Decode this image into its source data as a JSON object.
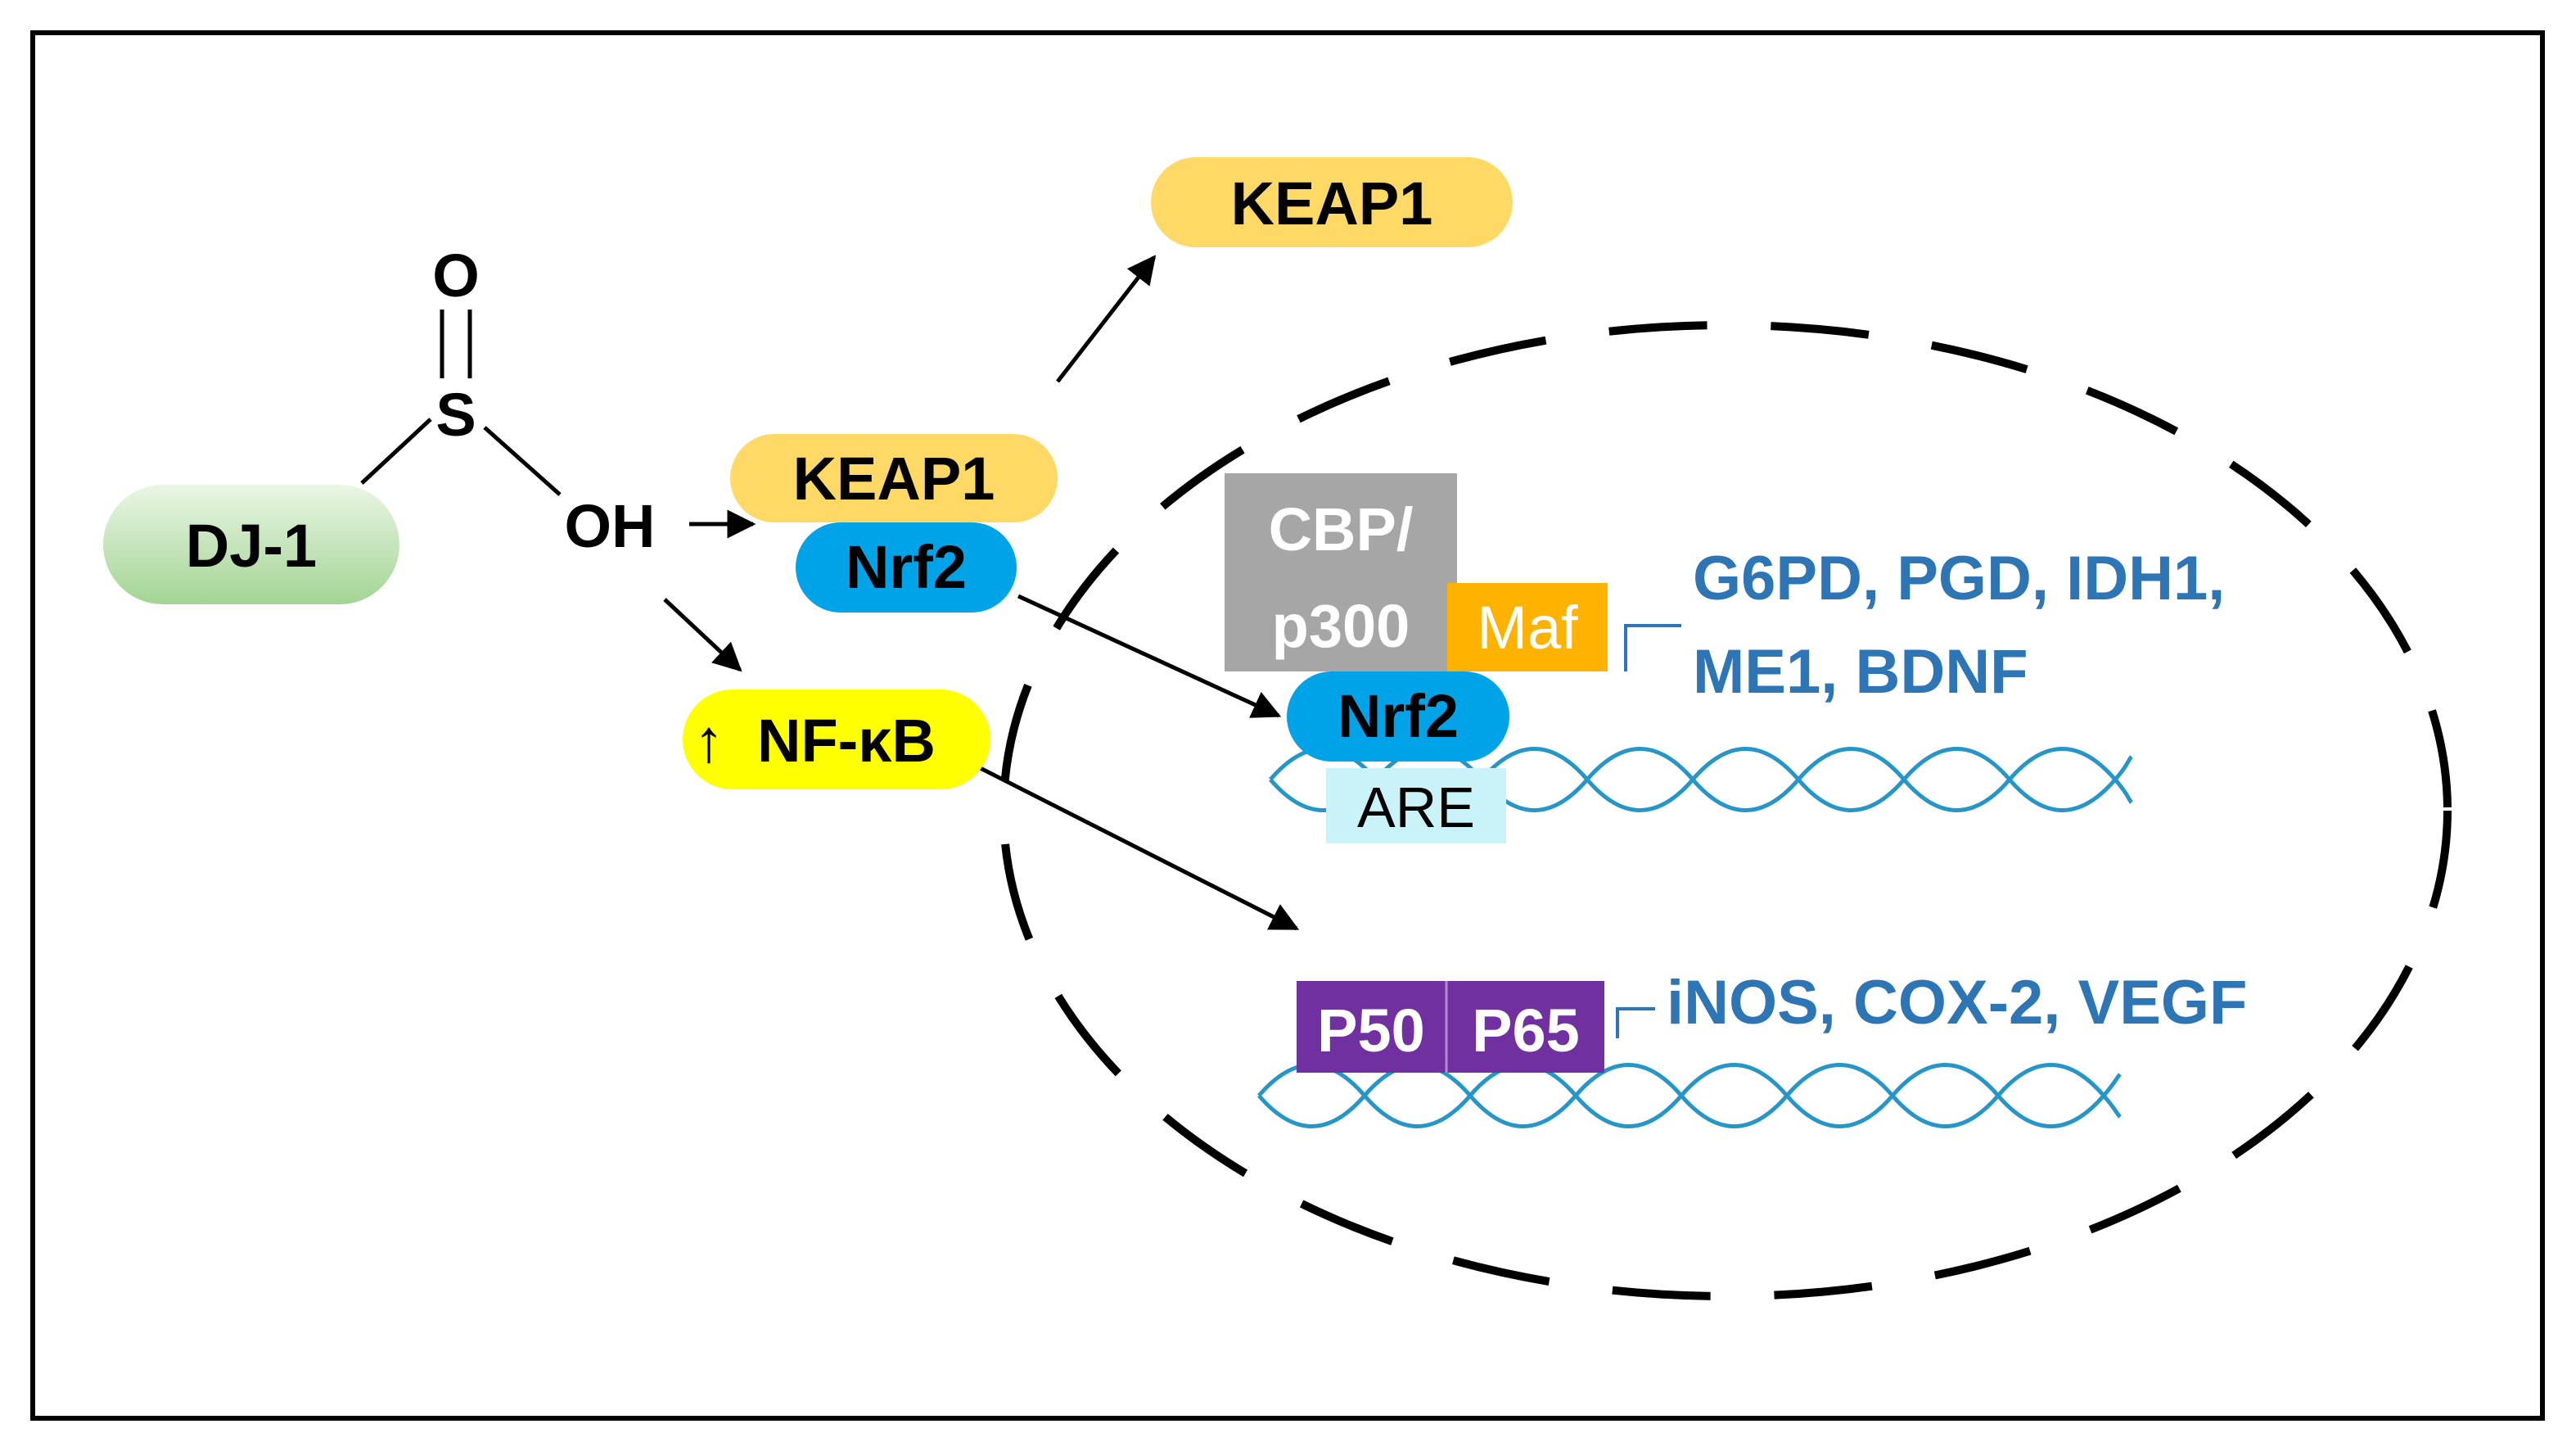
{
  "diagram": {
    "dj1": "DJ-1",
    "sulfinic": {
      "o": "O",
      "s": "S",
      "oh": "OH"
    },
    "keap1_released": "KEAP1",
    "keap1_complex": "KEAP1",
    "nrf2_cytoplasm": "Nrf2",
    "nfkb_arrow": "↑",
    "nfkb": "NF-κB",
    "cbp": "CBP/",
    "p300": "p300",
    "maf": "Maf",
    "nrf2_nucleus": "Nrf2",
    "are": "ARE",
    "nrf2_targets_line1": "G6PD, PGD, IDH1,",
    "nrf2_targets_line2": "ME1, BDNF",
    "p50": "P50",
    "p65": "P65",
    "nfkb_targets": "iNOS, COX-2, VEGF"
  },
  "colors": {
    "keap1": "#FFD966",
    "nrf2": "#00A3E8",
    "nfkb": "#FFFF00",
    "dj1_top": "#E8F5E2",
    "dj1_bottom": "#A8D89A",
    "cbp": "#A6A6A6",
    "maf": "#FFB300",
    "are": "#C9F3F8",
    "p50_p65": "#7030A0",
    "target_text": "#2E75B6",
    "dna": "#2696C8"
  }
}
